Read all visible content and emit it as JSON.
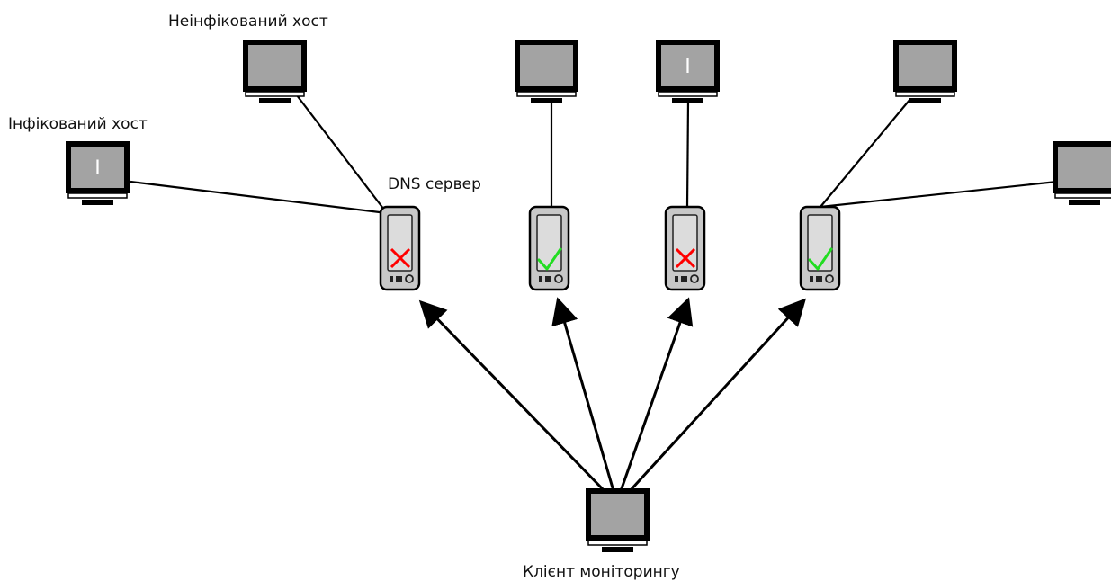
{
  "labels": {
    "uninfected_host": "Неінфікований хост",
    "infected_host": "Інфікований хост",
    "dns_server": "DNS сервер",
    "monitoring_client": "Клієнт моніторингу"
  },
  "infected_marker": "I",
  "colors": {
    "screen": "#a0a0a0",
    "screen_infected": "#9c9c9c",
    "server_body": "#c8c8c8",
    "line": "#000000",
    "ok": "#22dd22",
    "fail": "#ff0000"
  },
  "servers": [
    {
      "id": "server-1",
      "status": "fail"
    },
    {
      "id": "server-2",
      "status": "ok"
    },
    {
      "id": "server-3",
      "status": "fail"
    },
    {
      "id": "server-4",
      "status": "ok"
    }
  ],
  "hosts": [
    {
      "id": "host-1",
      "infected": true
    },
    {
      "id": "host-2",
      "infected": false
    },
    {
      "id": "host-3",
      "infected": false
    },
    {
      "id": "host-4",
      "infected": true
    },
    {
      "id": "host-5",
      "infected": false
    },
    {
      "id": "host-6",
      "infected": false
    }
  ]
}
